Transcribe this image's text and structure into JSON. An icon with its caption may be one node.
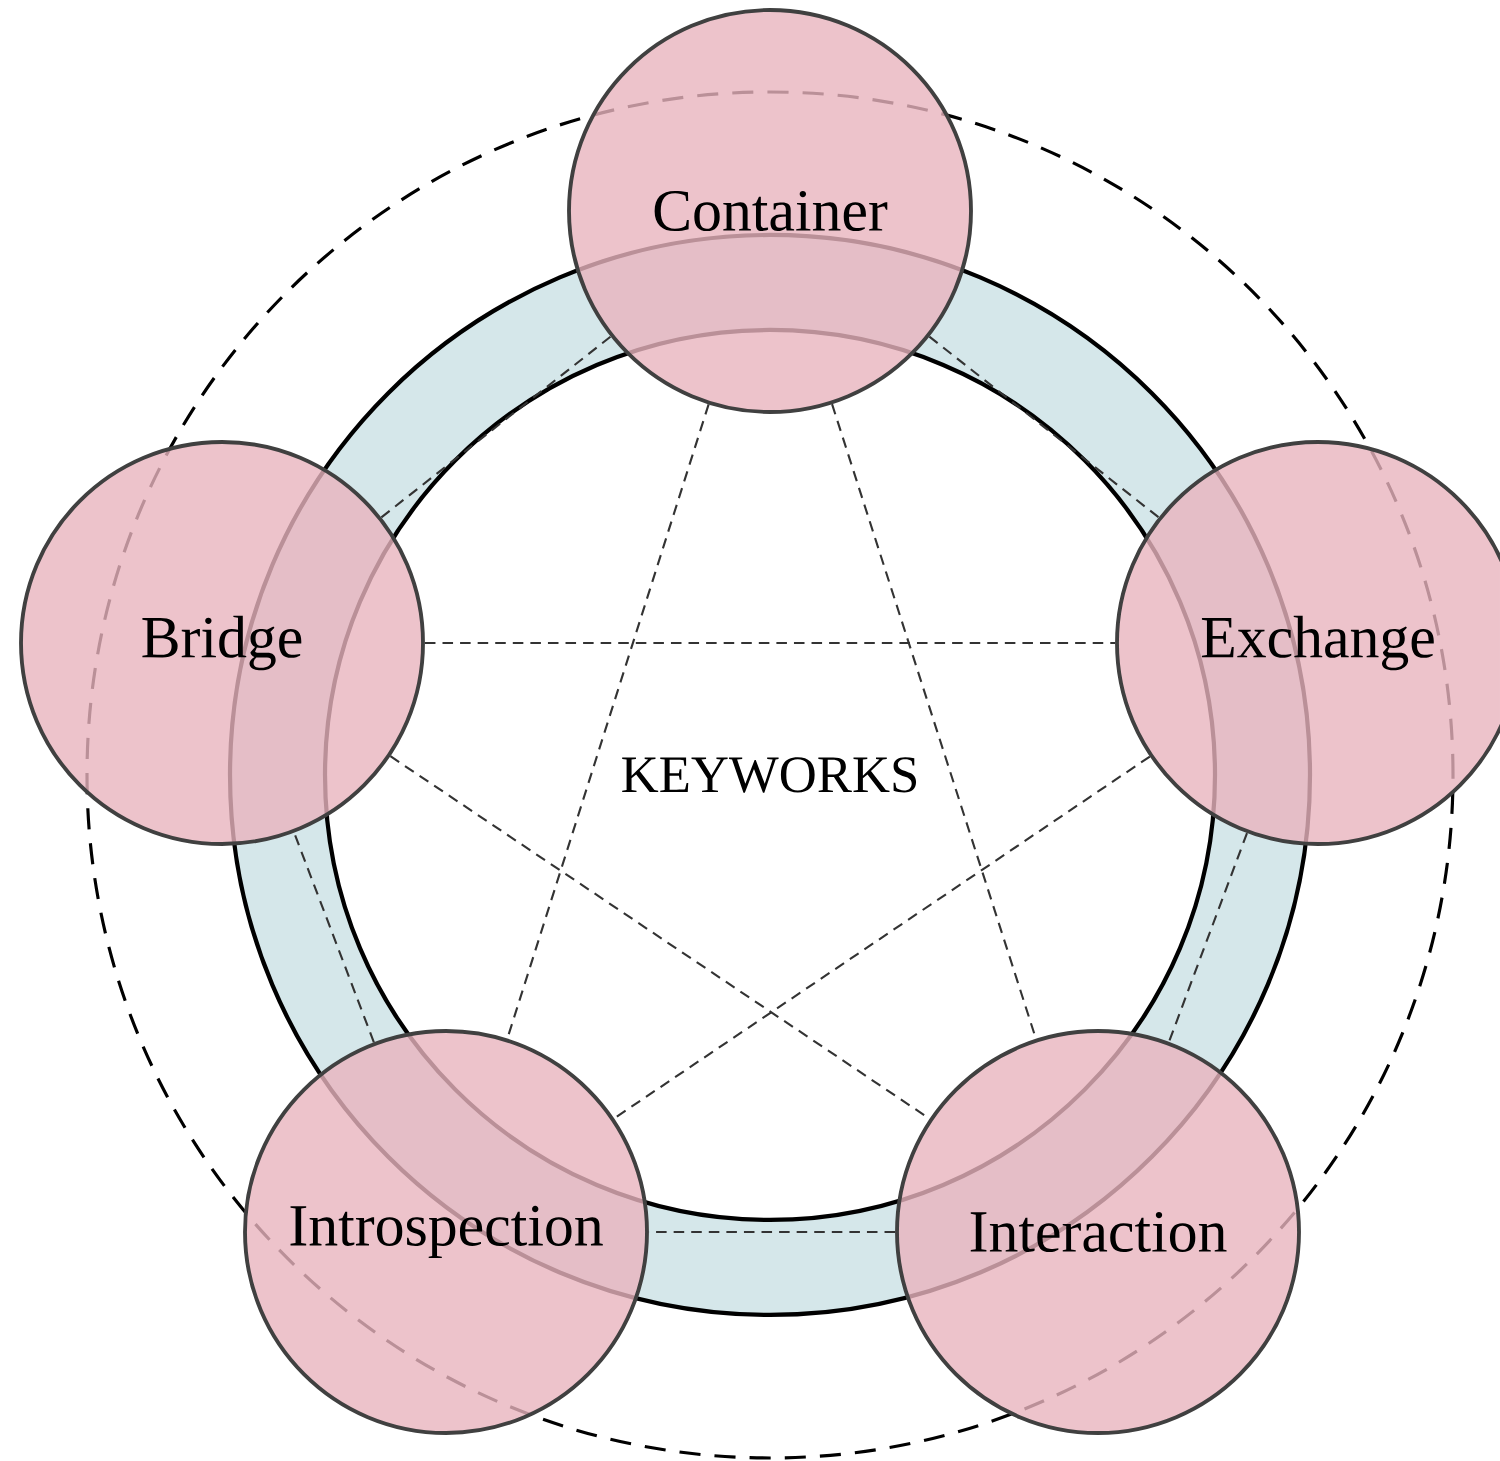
{
  "diagram": {
    "nodes": [
      {
        "text": [
          "Container"
        ]
      },
      {
        "text": [
          "Bridge"
        ]
      },
      {
        "text": [
          "Exchange"
        ]
      },
      {
        "text": [
          "Introspection"
        ]
      },
      {
        "text": [
          "Interaction"
        ]
      }
    ],
    "edges": [
      {
        "from": 0,
        "to": 2,
        "arrow": "none"
      },
      {
        "from": 2,
        "to": 4,
        "arrow": "none"
      },
      {
        "from": 4,
        "to": 3,
        "arrow": "none"
      },
      {
        "from": 3,
        "to": 1,
        "arrow": "none"
      },
      {
        "from": 1,
        "to": 0,
        "arrow": "none"
      },
      {
        "from": 0,
        "to": 3,
        "arrow": "none"
      },
      {
        "from": 0,
        "to": 4,
        "arrow": "none"
      },
      {
        "from": 1,
        "to": 2,
        "arrow": "none"
      },
      {
        "from": 1,
        "to": 4,
        "arrow": "none"
      },
      {
        "from": 2,
        "to": 3,
        "arrow": "none"
      }
    ],
    "labels": [
      "KEYWORKS"
    ]
  }
}
